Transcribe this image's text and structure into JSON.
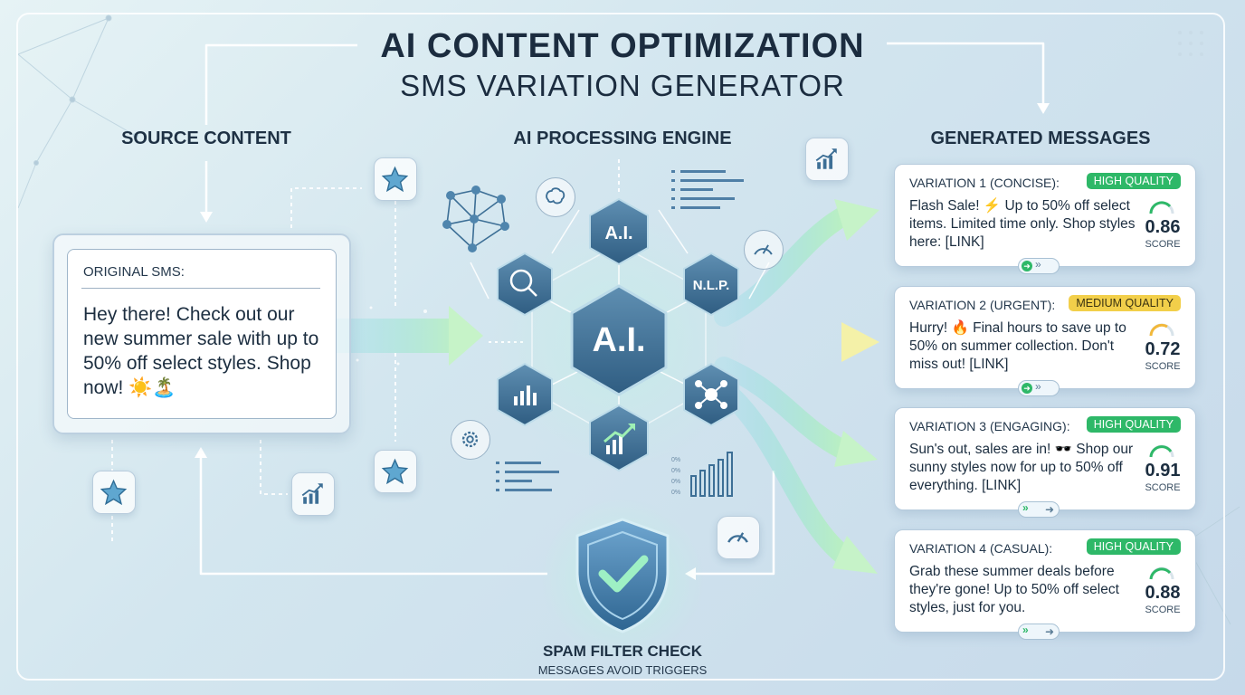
{
  "title": "AI CONTENT OPTIMIZATION",
  "subtitle": "SMS VARIATION GENERATOR",
  "sections": {
    "source": "SOURCE CONTENT",
    "engine": "AI PROCESSING ENGINE",
    "generated": "GENERATED MESSAGES"
  },
  "source_card": {
    "label": "ORIGINAL SMS:",
    "text": "Hey there! Check out our new summer sale with up to 50% off select styles. Shop now! ☀️🏝️"
  },
  "engine": {
    "center_label": "A.I.",
    "top_label": "A.I.",
    "right_label": "N.L.P."
  },
  "variations": [
    {
      "title": "VARIATION 1 (CONCISE):",
      "badge": "HIGH QUALITY",
      "badge_color": "#2eb868",
      "text": "Flash Sale! ⚡ Up to 50% off select items. Limited time only. Shop styles here: [LINK]",
      "score": "0.86",
      "score_label": "SCORE",
      "gauge_color": "#2eb868"
    },
    {
      "title": "VARIATION 2 (URGENT):",
      "badge": "MEDIUM QUALITY",
      "badge_color": "#f2cf4a",
      "text": "Hurry! 🔥 Final hours to save up to 50% on summer collection. Don't miss out! [LINK]",
      "score": "0.72",
      "score_label": "SCORE",
      "gauge_color": "#f2b83a"
    },
    {
      "title": "VARIATION 3 (ENGAGING):",
      "badge": "HIGH QUALITY",
      "badge_color": "#2eb868",
      "text": "Sun's out, sales are in! 🕶️ Shop our sunny styles now for up to 50% off everything. [LINK]",
      "score": "0.91",
      "score_label": "SCORE",
      "gauge_color": "#2eb868"
    },
    {
      "title": "VARIATION 4 (CASUAL):",
      "badge": "HIGH QUALITY",
      "badge_color": "#2eb868",
      "text": "Grab these summer deals before they're gone! Up to 50% off select styles, just for you.",
      "score": "0.88",
      "score_label": "SCORE",
      "gauge_color": "#2eb868"
    }
  ],
  "spam": {
    "title": "SPAM FILTER CHECK",
    "subtitle": "MESSAGES AVOID TRIGGERS"
  },
  "chart_marks": {
    "mini_bars_1": [
      "0%",
      "0%",
      "0%",
      "0%"
    ]
  },
  "icons": [
    "star-icon",
    "chart-up-icon",
    "magnifier-chart-icon",
    "network-icon",
    "gear-icon",
    "gauge-icon",
    "shield-check-icon",
    "brain-icon"
  ]
}
